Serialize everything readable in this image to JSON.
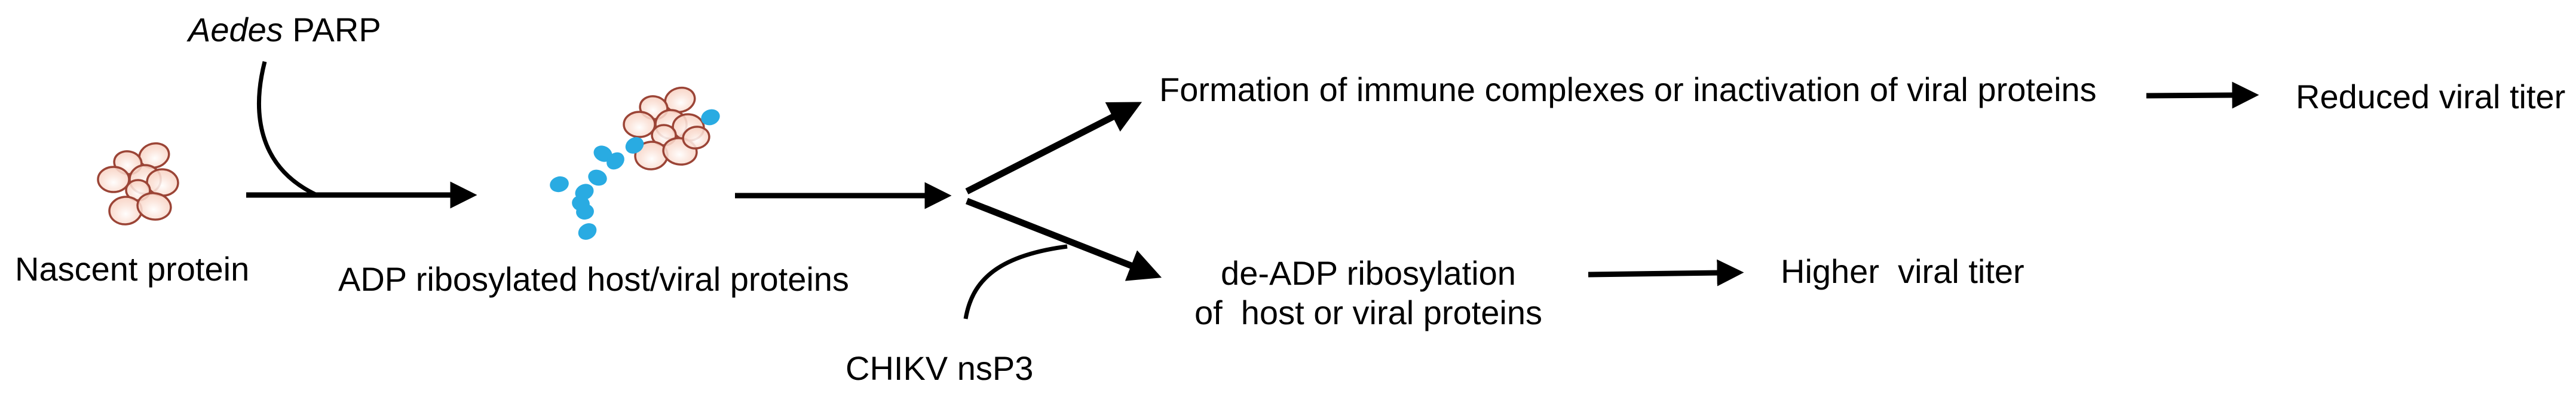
{
  "diagram": {
    "labels": {
      "aedes_parp_italic": "Aedes",
      "aedes_parp_rest": " PARP",
      "nascent_protein": "Nascent protein",
      "adp_ribosylated": "ADP ribosylated host/viral proteins",
      "formation": "Formation of immune complexes or inactivation of viral proteins",
      "reduced_titer": "Reduced viral titer",
      "de_adp_line1": "de-ADP ribosylation",
      "de_adp_line2": "of  host or viral proteins",
      "higher_titer": "Higher  viral titer",
      "chikv_nsp3": "CHIKV nsP3"
    },
    "icons": {
      "nascent_cluster": "protein-cluster-icon",
      "adp_cluster": "adp-ribosylated-protein-cluster-icon",
      "adp_dots": "adp-ribose-chain-dots-icon"
    },
    "colors": {
      "background": "#ffffff",
      "text": "#000000",
      "arrow": "#000000",
      "protein_fill": "#f6c9b8",
      "protein_highlight": "#fffdfc",
      "protein_stroke": "#9b4436",
      "adp_ribose_blue": "#29abe2"
    }
  }
}
